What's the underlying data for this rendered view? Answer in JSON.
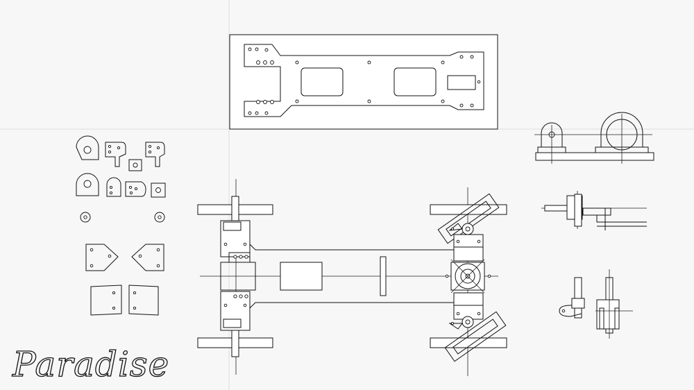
{
  "brand": {
    "logo_text": "Paradise"
  },
  "colors": {
    "background": "#f7f7f7",
    "line": "#111111",
    "panel": "#ffffff",
    "divider": "#dddddd"
  },
  "views": [
    {
      "id": "top-plate",
      "kind": "chassis-plate"
    },
    {
      "id": "parts-sheet",
      "kind": "bracket-parts"
    },
    {
      "id": "chassis-plan",
      "kind": "assembly-top-view"
    },
    {
      "id": "side-elevation",
      "kind": "bearing-block"
    },
    {
      "id": "pivot-detail-a",
      "kind": "hinge-detail"
    },
    {
      "id": "pivot-detail-b",
      "kind": "hinge-detail"
    }
  ]
}
